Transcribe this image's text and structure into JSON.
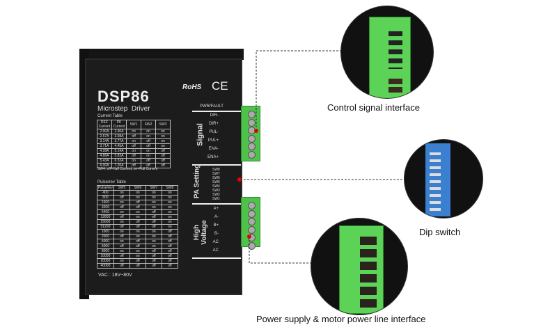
{
  "product": {
    "model": "DSP86",
    "subtitle": "Microstep  Driver",
    "rohs": "RoHS",
    "ce": "CE",
    "vac": "VAC : 18V~80V"
  },
  "current_table": {
    "title": "Current Table",
    "headers": [
      "REF Current",
      "PK Current",
      "SW1",
      "SW2",
      "SW3"
    ],
    "rows": [
      [
        "2.00A",
        "2.40A",
        "on",
        "on",
        "on"
      ],
      [
        "2.57A",
        "3.08A",
        "off",
        "on",
        "on"
      ],
      [
        "3.14A",
        "3.77A",
        "on",
        "off",
        "on"
      ],
      [
        "3.71A",
        "4.45A",
        "off",
        "off",
        "on"
      ],
      [
        "4.28A",
        "5.14A",
        "on",
        "on",
        "off"
      ],
      [
        "4.86A",
        "5.83A",
        "off",
        "on",
        "off"
      ],
      [
        "5.43A",
        "6.52A",
        "on",
        "off",
        "off"
      ],
      [
        "6.00A",
        "7.20A",
        "off",
        "off",
        "off"
      ]
    ],
    "note": "SW4: off=Half Current; on=Full Current"
  },
  "pulse_table": {
    "title": "Pulse/rev Table",
    "headers": [
      "Pulse/rev",
      "SW5",
      "SW6",
      "SW7",
      "SW8"
    ],
    "rows": [
      [
        "400",
        "on",
        "on",
        "on",
        "on"
      ],
      [
        "800",
        "off",
        "on",
        "on",
        "on"
      ],
      [
        "1600",
        "on",
        "off",
        "on",
        "on"
      ],
      [
        "3200",
        "off",
        "off",
        "on",
        "on"
      ],
      [
        "6400",
        "on",
        "on",
        "off",
        "on"
      ],
      [
        "12800",
        "off",
        "on",
        "off",
        "on"
      ],
      [
        "25600",
        "on",
        "off",
        "off",
        "on"
      ],
      [
        "51200",
        "off",
        "off",
        "off",
        "on"
      ],
      [
        "1000",
        "on",
        "on",
        "on",
        "off"
      ],
      [
        "2000",
        "off",
        "on",
        "on",
        "off"
      ],
      [
        "4000",
        "on",
        "off",
        "on",
        "off"
      ],
      [
        "5000",
        "off",
        "off",
        "on",
        "off"
      ],
      [
        "8000",
        "on",
        "on",
        "off",
        "off"
      ],
      [
        "10000",
        "off",
        "on",
        "off",
        "off"
      ],
      [
        "20000",
        "on",
        "off",
        "off",
        "off"
      ],
      [
        "40000",
        "off",
        "off",
        "off",
        "off"
      ]
    ]
  },
  "panel": {
    "pwr_fault": "PWR/FAULT",
    "signal_group": "Signal",
    "signal_pins": [
      "DIR-",
      "DIR+",
      "PUL-",
      "PUL+",
      "ENA-",
      "ENA+"
    ],
    "pa_group": "PA Setting",
    "switches": [
      "SW8",
      "SW7",
      "SW6",
      "SW5",
      "SW4",
      "SW3",
      "SW2",
      "SW1"
    ],
    "hv_group": "High Voltage",
    "hv_pins": [
      "A+",
      "A-",
      "B+",
      "B-",
      "AC",
      "AC"
    ]
  },
  "callouts": {
    "control": "Control signal interface",
    "dip": "Dip switch",
    "power": "Power supply & motor power line interface"
  },
  "colors": {
    "terminal_green": "#4fc24a",
    "marker_red": "#e00000",
    "dip_blue": "#3a7fd0"
  }
}
